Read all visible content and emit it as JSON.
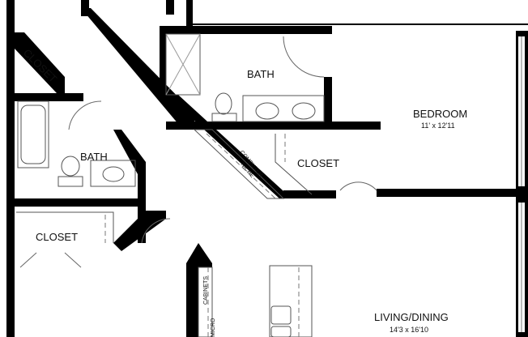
{
  "rooms": {
    "closet_top_left": "CLOSET",
    "bath_top": "BATH",
    "bedroom": {
      "name": "BEDROOM",
      "size": "11' x 12'11"
    },
    "bath_left": "BATH",
    "computer_niche": {
      "line1": "COMPUTER",
      "line2": "NICHE"
    },
    "closet_mid": "CLOSET",
    "closet_left": "CLOSET",
    "cabinets": "CABINETS",
    "micro": "MICRO",
    "living_dining": {
      "name": "LIVING/DINING",
      "size": "14'3 x 16'10"
    }
  },
  "colors": {
    "walls": "#000000",
    "fixtures": "#555555"
  }
}
